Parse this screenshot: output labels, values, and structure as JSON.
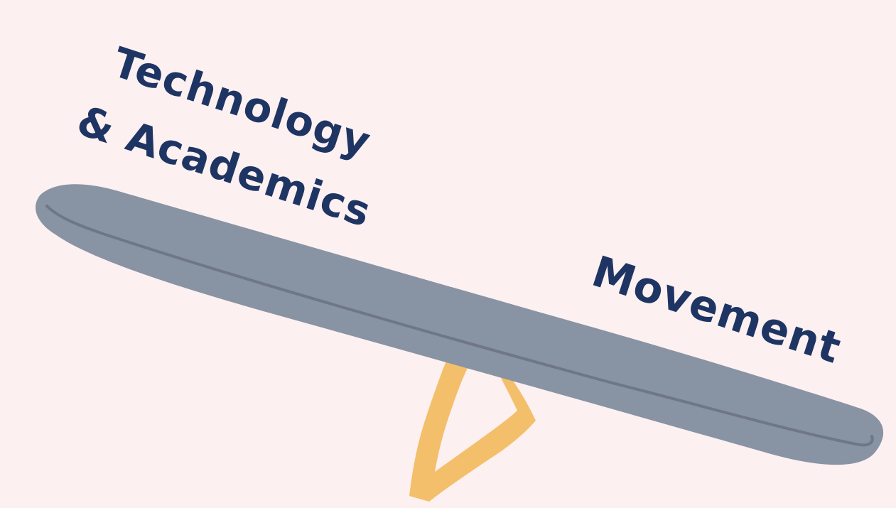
{
  "scene": {
    "labels": {
      "left_line_1": "Technology",
      "left_line_2": "& Academics",
      "right": "Movement"
    },
    "colors": {
      "background": "#fdf0f0",
      "text": "#1e3564",
      "beam": "#8893a4",
      "beam_line": "#6f7786",
      "fulcrum": "#f4bf6b"
    }
  }
}
